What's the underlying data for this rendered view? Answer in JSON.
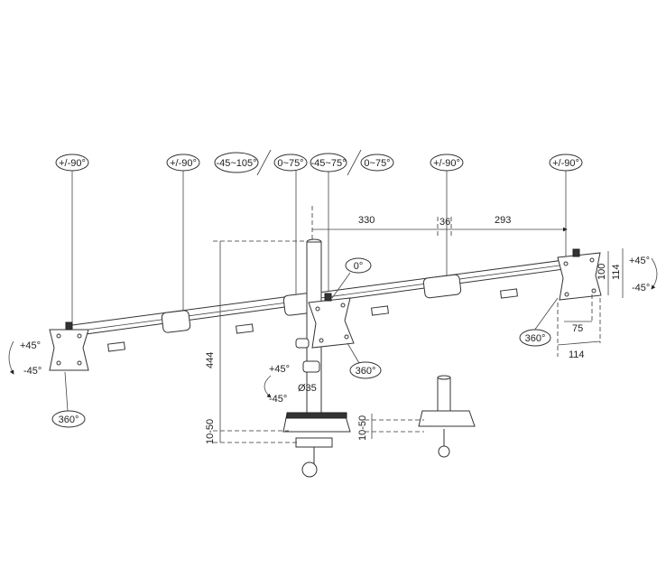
{
  "top_labels": {
    "left_plate_swivel": "+/-90°",
    "left_arm_swivel": "+/-90°",
    "left_tilt_a": "-45~105°",
    "left_tilt_b": "0~75°",
    "center_tilt_a": "-45~75°",
    "center_tilt_b": "0~75°",
    "right_arm_swivel": "+/-90°",
    "right_plate_swivel": "+/-90°"
  },
  "dimensions": {
    "arm_left": "330",
    "arm_gap": "36",
    "arm_right": "293",
    "plate_inner_h": "100",
    "plate_outer_h": "114",
    "plate_inner_w": "75",
    "plate_outer_w": "114",
    "pole_height": "444",
    "clamp_range": "10-50",
    "clamp_range_alt": "10-50",
    "pole_diameter": "Ø35"
  },
  "rotations": {
    "left_up": "+45°",
    "left_down": "-45°",
    "left_rotate": "360°",
    "center_top": "0°",
    "pole_up": "+45°",
    "pole_down": "-45°",
    "center_rotate": "360°",
    "right_up": "+45°",
    "right_down": "-45°",
    "right_rotate": "360°"
  }
}
